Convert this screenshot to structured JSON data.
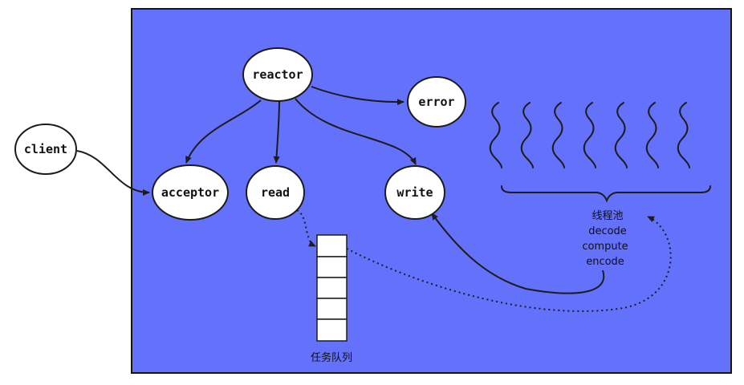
{
  "colors": {
    "panel_fill": "#6371FB",
    "panel_stroke": "#151515",
    "node_fill": "#FFFFFF",
    "line": "#1C1C1C"
  },
  "nodes": {
    "client": "client",
    "reactor": "reactor",
    "error": "error",
    "acceptor": "acceptor",
    "read": "read",
    "write": "write"
  },
  "thread_pool": {
    "title": "线程池",
    "steps": [
      "decode",
      "compute",
      "encode"
    ]
  },
  "task_queue": {
    "label": "任务队列"
  }
}
